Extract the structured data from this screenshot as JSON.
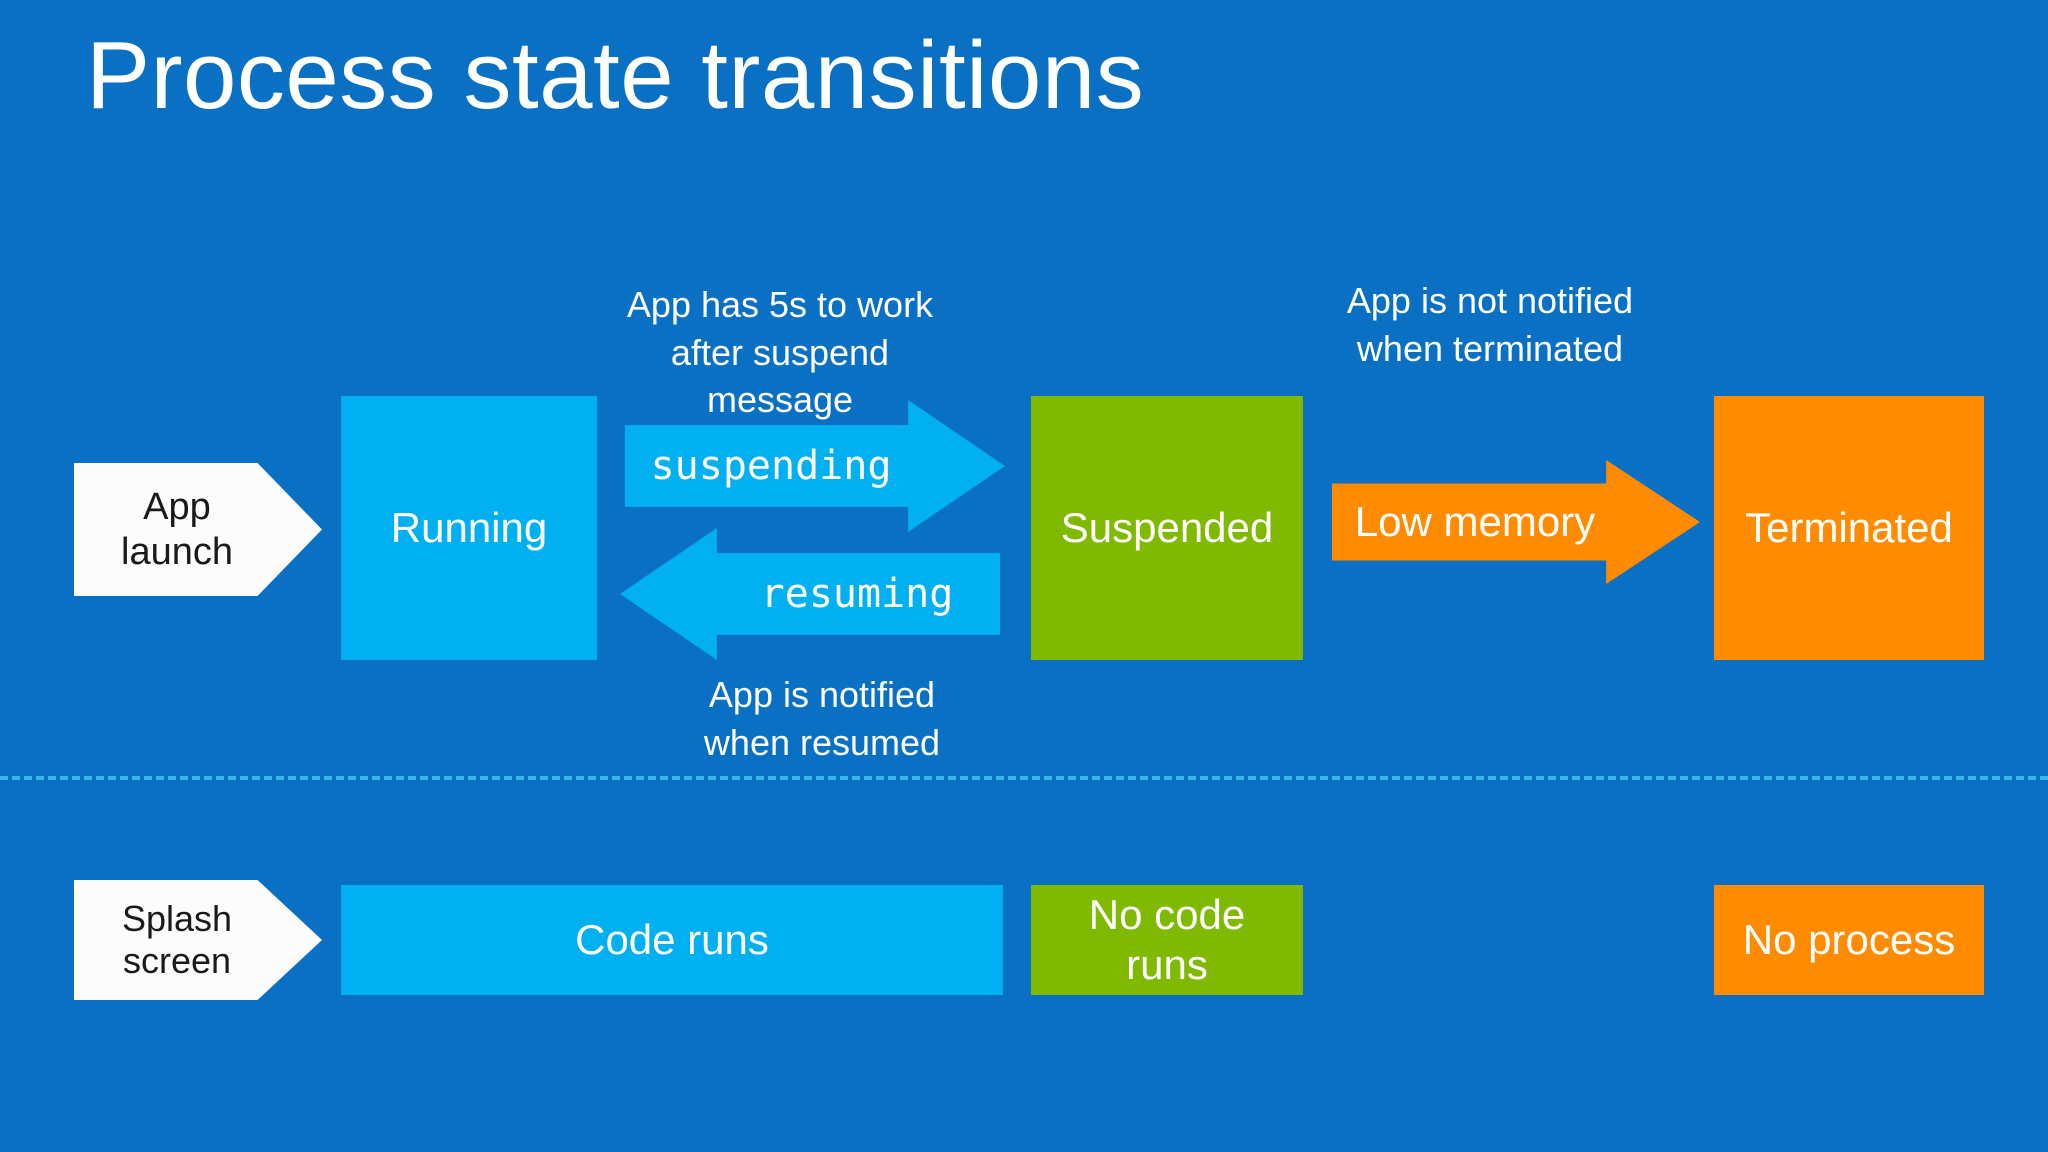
{
  "slide": {
    "title": "Process state transitions",
    "background_color": "#0A70C4",
    "accent_cyan": "#00B0F0",
    "accent_green": "#7FBA00",
    "accent_orange": "#FF8C00",
    "accent_white": "#FCFCFC",
    "divider_color": "#35B7EE"
  },
  "top_row": {
    "entry_label": "App\nlaunch",
    "entry_label_line1": "App",
    "entry_label_line2": "launch",
    "states": [
      {
        "name": "Running",
        "color": "#00B0F0"
      },
      {
        "name": "Suspended",
        "color": "#7FBA00"
      },
      {
        "name": "Terminated",
        "color": "#FF8C00"
      }
    ],
    "transitions": [
      {
        "label": "suspending",
        "direction": "right",
        "color": "#00B0F0",
        "font": "mono",
        "caption_above": "App has 5s to work\nafter suspend\nmessage",
        "caption_above_lines": [
          "App has 5s to work",
          "after suspend",
          "message"
        ]
      },
      {
        "label": "resuming",
        "direction": "left",
        "color": "#00B0F0",
        "font": "mono",
        "caption_below": "App is notified\nwhen resumed",
        "caption_below_lines": [
          "App is notified",
          "when resumed"
        ]
      },
      {
        "label": "Low memory",
        "direction": "right",
        "color": "#FF8C00",
        "font": "sans",
        "caption_above": "App is not notified\nwhen terminated",
        "caption_above_lines": [
          "App is not notified",
          "when terminated"
        ]
      }
    ]
  },
  "bottom_row": {
    "entry_label_line1": "Splash",
    "entry_label_line2": "screen",
    "bars": [
      {
        "name": "Code runs",
        "color": "#00B0F0"
      },
      {
        "name": "No code\nruns",
        "color": "#7FBA00",
        "line1": "No code",
        "line2": "runs"
      },
      {
        "name": "No process",
        "color": "#FF8C00"
      }
    ]
  },
  "captions": {
    "suspending_l1": "App has 5s to work",
    "suspending_l2": "after suspend",
    "suspending_l3": "message",
    "resuming_l1": "App is notified",
    "resuming_l2": "when resumed",
    "lowmem_l1": "App is not notified",
    "lowmem_l2": "when terminated"
  }
}
